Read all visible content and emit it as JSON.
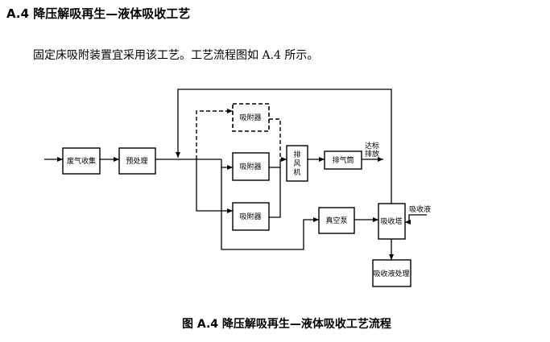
{
  "heading": "A.4 降压解吸再生—液体吸收工艺",
  "paragraph": "固定床吸附装置宜采用该工艺。工艺流程图如 A.4 所示。",
  "caption": "图 A.4 降压解吸再生—液体吸收工艺流程",
  "diagram": {
    "waste_gas_collection": "废气收集",
    "pretreatment": "预处理",
    "adsorber_standby": "吸附器",
    "adsorber_1": "吸附器",
    "adsorber_2": "吸附器",
    "exhaust_fan": [
      "排",
      "风",
      "机"
    ],
    "exhaust_stack": "排气筒",
    "discharge_label": [
      "达标",
      "排放"
    ],
    "vacuum_pump": "真空泵",
    "absorption_tower": "吸收塔",
    "absorbent_liquid": "吸收液",
    "absorbent_treatment": "吸收液处理"
  }
}
